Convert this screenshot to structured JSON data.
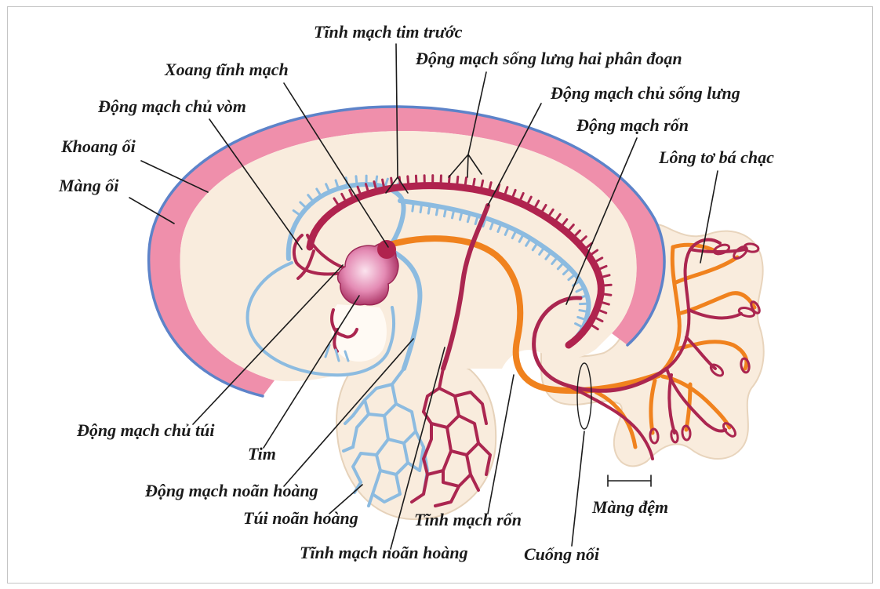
{
  "labels": {
    "anterior_cardinal_vein": "Tĩnh mạch tim trước",
    "dorsal_intersegmental_arteries": "Động mạch sống lưng hai phân đoạn",
    "sinus_venosus": "Xoang tĩnh mạch",
    "dorsal_aorta": "Động mạch chủ sống lưng",
    "aortic_arch": "Động mạch chủ vòm",
    "umbilical_artery": "Động mạch rốn",
    "amniotic_cavity": "Khoang ối",
    "chorionic_villi": "Lông tơ bá chạc",
    "amnion": "Màng ối",
    "aortic_sac": "Động mạch chủ túi",
    "heart": "Tim",
    "vitelline_artery": "Động mạch noãn hoàng",
    "yolk_sac": "Túi noãn hoàng",
    "umbilical_vein": "Tĩnh mạch rốn",
    "chorion": "Màng đệm",
    "vitelline_vein": "Tĩnh mạch noãn hoàng",
    "connecting_stalk": "Cuống nối"
  },
  "colors": {
    "amnion_pink": "#ef8fab",
    "amnion_border": "#5d83c9",
    "artery_red": "#ab2650",
    "vein_blue": "#8cbbe0",
    "umbilical_vein_orange": "#f0821e",
    "tissue_cream": "#f9ecdd"
  }
}
